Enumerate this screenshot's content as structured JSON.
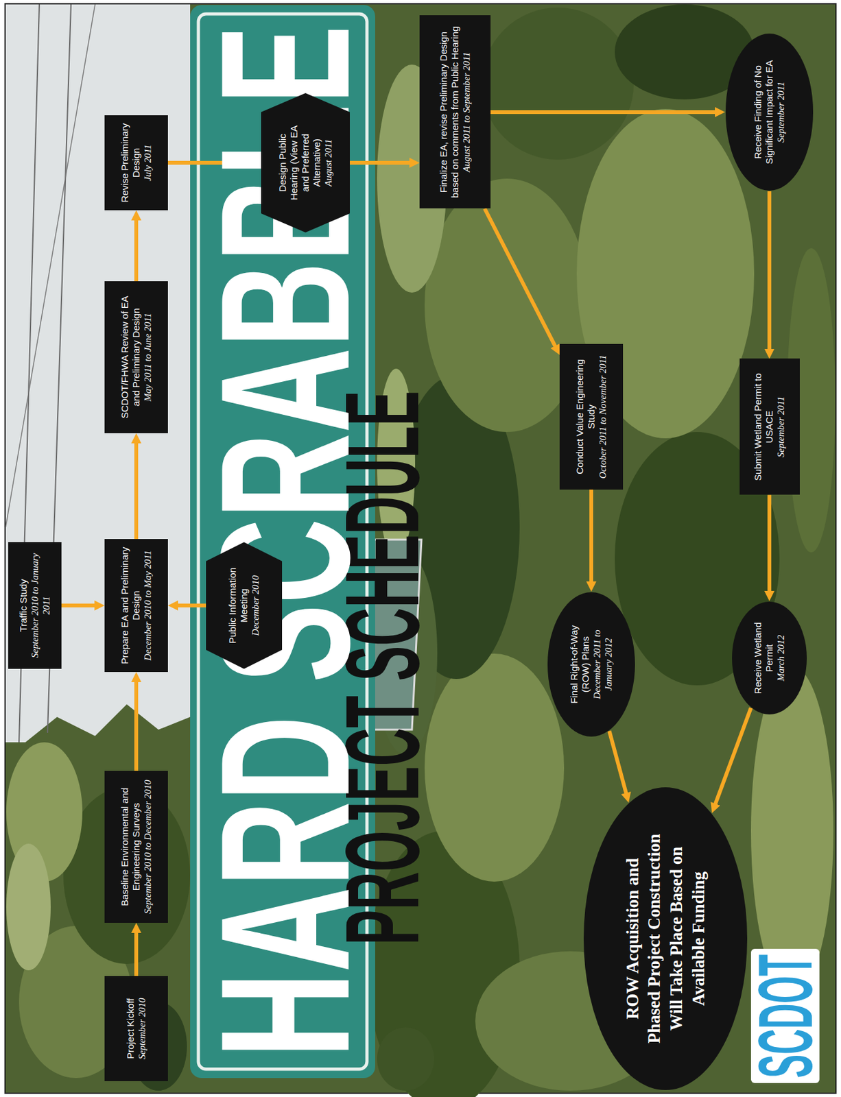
{
  "diagram": {
    "title": "PROJECT SCHEDULE",
    "nodes": [
      {
        "text": [
          "Traffic Study",
          "September 2010 to January 2011"
        ]
      },
      {
        "text": [
          "Project Kickoff",
          "September 2010"
        ]
      },
      {
        "text": [
          "Baseline Environmental and Engineering Surveys",
          "September 2010 to December 2010"
        ]
      },
      {
        "text": [
          "Prepare EA and Preliminary Design",
          "December 2010 to May 2011"
        ]
      },
      {
        "text": [
          "Public Information Meeting",
          "December 2010"
        ]
      },
      {
        "text": [
          "SCDOT/FHWA Review of EA and Preliminary Design",
          "May 2011 to June 2011"
        ]
      },
      {
        "text": [
          "Revise Preliminary Design",
          "July 2011"
        ]
      },
      {
        "text": [
          "Design Public Hearing (View EA and Preferred Alternative)",
          "August 2011"
        ]
      },
      {
        "text": [
          "Finalize EA, revise Preliminary Design based on comments from Public Hearing",
          "August 2011 to September 2011"
        ]
      },
      {
        "text": [
          "Conduct Value Engineering Study",
          "October 2011 to November 2011"
        ]
      },
      {
        "text": [
          "Receive Finding of No Significant Impact for EA",
          "September 2011"
        ]
      },
      {
        "text": [
          "Final Right-of-Way (ROW) Plans",
          "December 2011 to January 2012"
        ]
      },
      {
        "text": [
          "Submit Wetland Permit to USACE",
          "September 2011"
        ]
      },
      {
        "text": [
          "Receive Wetland Permit",
          "March 2012"
        ]
      },
      {
        "text": [
          "ROW Acquisition and Phased Project Construction Will Take Place Based on Available Funding"
        ]
      }
    ],
    "edges": [
      {
        "from": 1,
        "to": 2,
        "arrow": "to"
      },
      {
        "from": 2,
        "to": 3,
        "arrow": "to"
      },
      {
        "from": 0,
        "to": 3,
        "arrow": "to"
      },
      {
        "from": 4,
        "to": 3,
        "arrow": "to"
      },
      {
        "from": 3,
        "to": 5,
        "arrow": "to"
      },
      {
        "from": 5,
        "to": 6,
        "arrow": "to"
      },
      {
        "from": 6,
        "to": 7,
        "arrow": "to"
      },
      {
        "from": 7,
        "to": 8,
        "arrow": "to"
      },
      {
        "from": 8,
        "to": 9,
        "arrow": "to"
      },
      {
        "from": 8,
        "to": 10,
        "arrow": "to"
      },
      {
        "from": 9,
        "to": 11,
        "arrow": "to"
      },
      {
        "from": 10,
        "to": 12,
        "arrow": "to"
      },
      {
        "from": 12,
        "to": 13,
        "arrow": "to"
      },
      {
        "from": 11,
        "to": 14,
        "arrow": "to"
      },
      {
        "from": 13,
        "to": 14,
        "arrow": "to"
      }
    ],
    "labels": [
      "HARD SCRABBLE",
      "SCDOT"
    ]
  }
}
